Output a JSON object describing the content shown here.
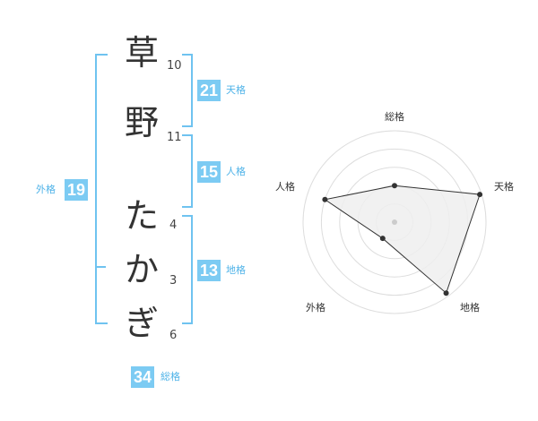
{
  "name": {
    "characters": [
      {
        "char": "草",
        "strokes": "10"
      },
      {
        "char": "野",
        "strokes": "11"
      },
      {
        "char": "た",
        "strokes": "4"
      },
      {
        "char": "か",
        "strokes": "3"
      },
      {
        "char": "ぎ",
        "strokes": "6"
      }
    ]
  },
  "fortunes": {
    "tenkaku": {
      "value": "21",
      "label": "天格"
    },
    "jinkaku": {
      "value": "15",
      "label": "人格"
    },
    "chikaku": {
      "value": "13",
      "label": "地格"
    },
    "gaikaku": {
      "value": "19",
      "label": "外格"
    },
    "soukaku": {
      "value": "34",
      "label": "総格"
    }
  },
  "chart_data": {
    "type": "radar",
    "axes": [
      "総格",
      "天格",
      "地格",
      "外格",
      "人格"
    ],
    "values": [
      0.4,
      0.98,
      0.96,
      0.22,
      0.8
    ],
    "range": [
      0,
      1
    ],
    "rings": 5,
    "colors": {
      "fill": "#eeeeee",
      "line": "#333333",
      "grid": "#dddddd",
      "center": "#cccccc"
    }
  }
}
